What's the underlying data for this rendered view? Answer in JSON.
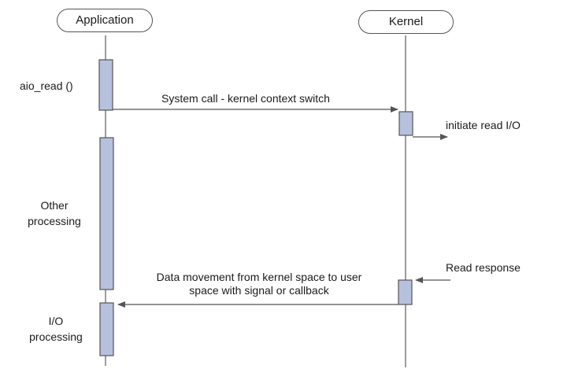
{
  "participants": {
    "application": "Application",
    "kernel": "Kernel"
  },
  "labels": {
    "aio_read": "aio_read ()",
    "other_processing_1": "Other",
    "other_processing_2": "processing",
    "io_processing_1": "I/O",
    "io_processing_2": "processing",
    "initiate_read": "initiate read I/O",
    "read_response": "Read response"
  },
  "messages": {
    "system_call": "System call - kernel context switch",
    "data_movement_1": "Data movement from kernel space to user",
    "data_movement_2": "space with signal or callback"
  },
  "colors": {
    "activation_fill": "#b6c1dd",
    "line": "#555555"
  }
}
